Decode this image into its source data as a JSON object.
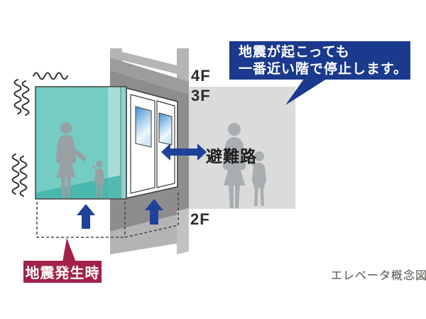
{
  "speech_bubble": {
    "line1": "地震が起こっても",
    "line2": "一番近い階で停止します。"
  },
  "floor_labels": {
    "f4": "4F",
    "f3": "3F",
    "f2": "2F"
  },
  "evacuation_route_label": "避難路",
  "earthquake_time_label": "地震発生時",
  "caption": "エレベータ概念図",
  "colors": {
    "bubble_navy": "#1b3a8e",
    "arrow_blue": "#1e429a",
    "label_maroon": "#a22147",
    "glass_teal": "#74ccc3",
    "glass_teal_light": "#a5ddd7",
    "glass_teal_side": "#8bd4cc",
    "glass_teal_floor": "#3fb2a8",
    "floor_area_grey": "#dbdbdc",
    "silhouette_grey": "#a9aeb1",
    "silhouette_grey_inner": "#98a0a2",
    "structure_grey": "#b5b5b5",
    "structure_beam": "#9c9c9c",
    "structure_dark": "#8d8d8d",
    "structure_light": "#b4b4b4"
  }
}
